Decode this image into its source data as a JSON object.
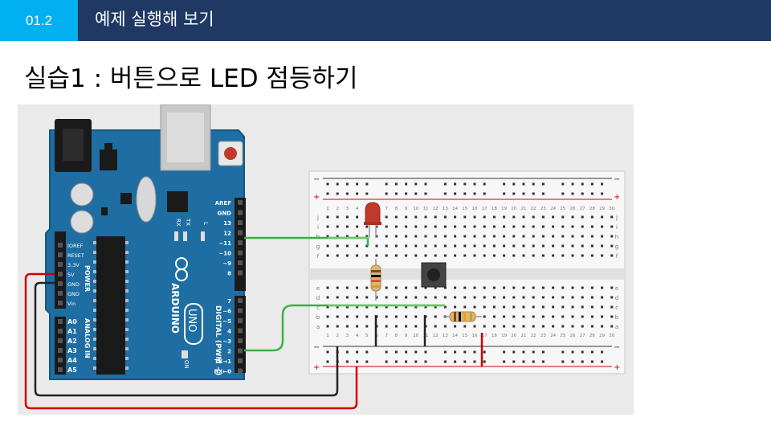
{
  "header": {
    "section_number": "01.2",
    "title": "예제 실행해 보기"
  },
  "slide": {
    "title": "실습1 : 버튼으로 LED 점등하기"
  },
  "arduino": {
    "brand": "ARDUINO",
    "model": "UNO",
    "digital_label": "DIGITAL (PWM ~)",
    "analog_label": "ANALOG IN",
    "power_label": "POWER",
    "on_label": "ON",
    "tx_label": "TX",
    "rx_label": "RX",
    "l_label": "L",
    "right_pins": [
      "AREF",
      "GND",
      "13",
      "12",
      "~11",
      "~10",
      "~9",
      "8",
      "7",
      "~6",
      "~5",
      "4",
      "~3",
      "2",
      "TX→1",
      "RX←0"
    ],
    "power_pins": [
      "IOREF",
      "RESET",
      "3.3V",
      "5V",
      "GND",
      "GND",
      "Vin"
    ],
    "analog_pins": [
      "A0",
      "A1",
      "A2",
      "A3",
      "A4",
      "A5"
    ]
  },
  "breadboard": {
    "rail_minus": "−",
    "rail_plus": "+",
    "row_letters_top": [
      "j",
      "i",
      "h",
      "g",
      "f"
    ],
    "row_letters_bottom": [
      "e",
      "d",
      "c",
      "b",
      "a"
    ],
    "column_numbers": [
      "1",
      "2",
      "3",
      "4",
      "5",
      "6",
      "7",
      "8",
      "9",
      "10",
      "11",
      "12",
      "13",
      "14",
      "15",
      "16",
      "17",
      "18",
      "19",
      "20",
      "21",
      "22",
      "23",
      "24",
      "25",
      "26",
      "27",
      "28",
      "29",
      "30"
    ]
  },
  "colors": {
    "header_bg": "#1f3864",
    "badge_bg": "#00b0f0",
    "board_blue": "#1e6ea4",
    "wire_green": "#3cb043",
    "wire_red": "#d00000",
    "wire_black": "#222222"
  }
}
